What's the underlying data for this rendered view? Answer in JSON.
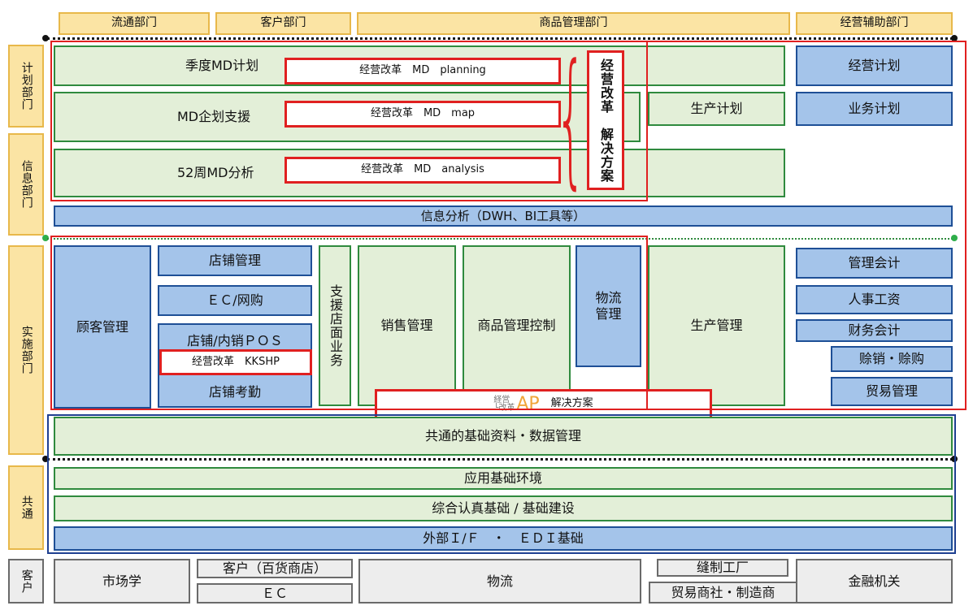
{
  "headers": {
    "distribution": "流通部门",
    "customer": "客户部门",
    "product": "商品管理部门",
    "support": "经营辅助部门"
  },
  "side": {
    "planning": "计划部门",
    "info": "信息部门",
    "implementation": "实施部门",
    "common": "共通",
    "customer": "客户"
  },
  "planning": {
    "quarter_md": "季度MD计划",
    "md_support": "MD企划支援",
    "week52": "52周MD分析",
    "solution_planning": "经营改革　MD　planning",
    "solution_map": "经营改革　MD　map",
    "solution_analysis": "经营改革　MD　analysis",
    "solution_vertical": "经营改革　解决方案",
    "production_plan": "生产计划",
    "business_plan": "经营计划",
    "operations_plan": "业务计划"
  },
  "info_analysis": "信息分析（DWH、BI工具等）",
  "implementation": {
    "customer_mgmt": "顾客管理",
    "store_mgmt": "店铺管理",
    "ec_online": "ＥＣ/网购",
    "store_pos": "店铺/内销ＰＯＳ",
    "kkshp": "经营改革　KKSHP",
    "store_attendance": "店铺考勤",
    "store_support": "支援店面业务",
    "sales_mgmt": "销售管理",
    "product_control": "商品管理控制",
    "logistics_mgmt": "物流管理",
    "production_mgmt": "生产管理",
    "mgmt_accounting": "管理会计",
    "hr_payroll": "人事工资",
    "finance_accounting": "财务会计",
    "consign": "赊销・赊购",
    "trade_mgmt": "贸易管理",
    "ap_logo_top": "経営",
    "ap_logo_bottom": "└改革",
    "ap_mark": "AP",
    "ap_solution": "解决方案"
  },
  "common_data": "共通的基础资料・数据管理",
  "common": {
    "app_env": "应用基础环境",
    "auth_infra": "综合认真基础 / 基础建设",
    "external_if": "外部Ｉ/Ｆ　・　ＥＤＩ基础"
  },
  "customers": {
    "marketing": "市场学",
    "department_store": "客户（百货商店）",
    "ec": "ＥＣ",
    "logistics": "物流",
    "sewing_factory": "缝制工厂",
    "trading": "贸易商社・制造商",
    "financial": "金融机关"
  }
}
